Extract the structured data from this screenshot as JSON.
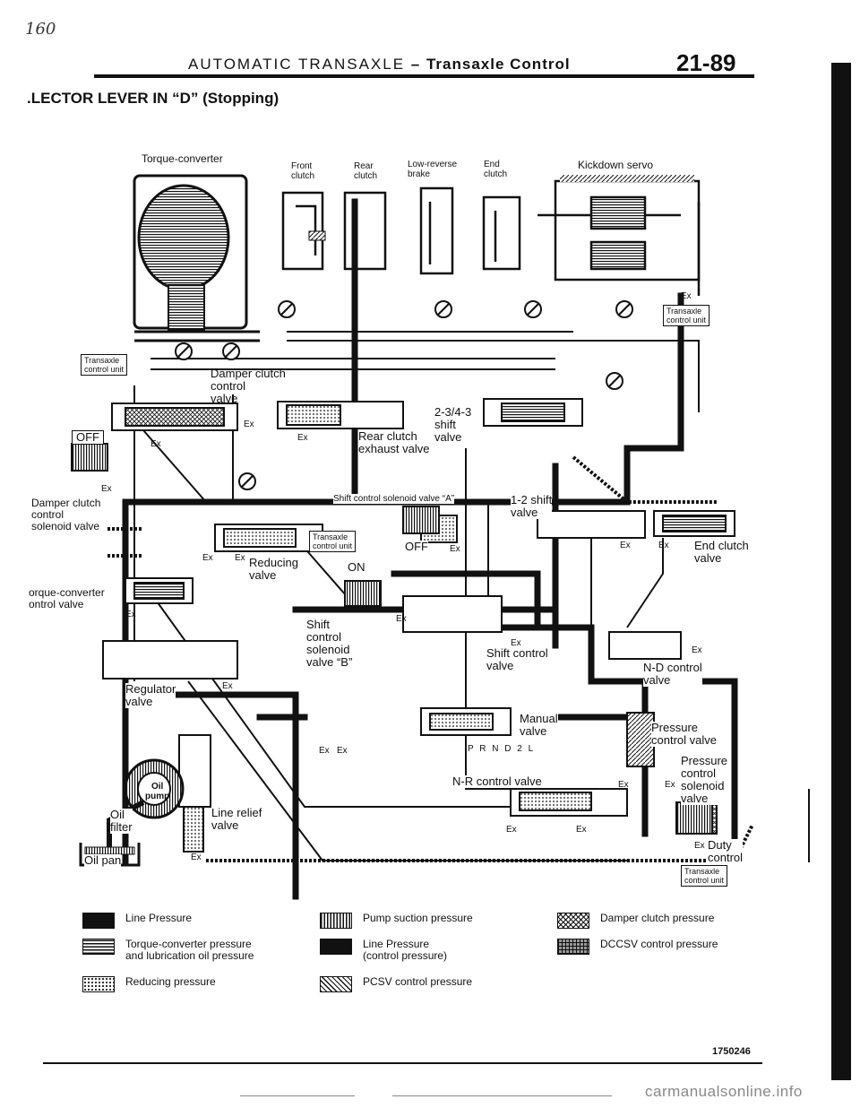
{
  "page": {
    "handwritten_note": "160",
    "header_title": "AUTOMATIC TRANSAXLE",
    "header_separator": "–",
    "header_subtitle": "Transaxle Control",
    "page_number": "21-89",
    "section_title": ".LECTOR LEVER IN “D” (Stopping)",
    "figure_number": "1750246",
    "watermark": "carmanualsonline.info"
  },
  "labels": {
    "torque_converter": "Torque-converter",
    "front_clutch": "Front\nclutch",
    "rear_clutch": "Rear\nclutch",
    "low_reverse_brake": "Low-reverse\nbrake",
    "end_clutch": "End\nclutch",
    "kickdown_servo": "Kickdown servo",
    "tcu_1": "Transaxle\ncontrol unit",
    "tcu_2": "Transaxle\ncontrol unit",
    "tcu_3": "Transaxle\ncontrol unit",
    "tcu_4": "Transaxle\ncontrol unit",
    "damper_clutch_control_valve": "Damper clutch\ncontrol\nvalve",
    "off_1": "OFF",
    "damper_clutch_solenoid": "Damper clutch\ncontrol\nsolenoid valve",
    "shift_234_valve": "2-3/4-3\nshift\nvalve",
    "rear_clutch_exhaust": "Rear clutch\nexhaust valve",
    "shift_solenoid_a": "Shift control solenoid valve “A”",
    "shift_12_valve": "1-2 shift\nvalve",
    "end_clutch_valve": "End clutch\nvalve",
    "reducing_valve": "Reducing\nvalve",
    "off_2": "OFF",
    "on": "ON",
    "torque_converter_control_valve": "orque-converter\nontrol valve",
    "shift_solenoid_b": "Shift\ncontrol\nsolenoid\nvalve “B”",
    "shift_control_valve": "Shift control\nvalve",
    "nd_control_valve": "N-D control\nvalve",
    "regulator_valve": "Regulator\nvalve",
    "manual_valve": "Manual\nvalve",
    "prnd": "P R N D 2 L",
    "pressure_control_valve": "Pressure\ncontrol valve",
    "pressure_control_solenoid": "Pressure\ncontrol\nsolenoid\nvalve",
    "nr_control_valve": "N-R control valve",
    "oil_pump": "Oil\npump",
    "oil_filter": "Oil\nfilter",
    "line_relief_valve": "Line relief\nvalve",
    "oil_pan": "Oil pan",
    "duty_control": "Duty\ncontrol",
    "ex": "Ex"
  },
  "legend": [
    {
      "label": "Line Pressure",
      "pattern": "solid"
    },
    {
      "label": "Torque-converter pressure\nand lubrication oil pressure",
      "pattern": "hlines"
    },
    {
      "label": "Reducing pressure",
      "pattern": "dots"
    },
    {
      "label": "Pump suction pressure",
      "pattern": "vlines"
    },
    {
      "label": "Line Pressure\n(control pressure)",
      "pattern": "solid"
    },
    {
      "label": "PCSV control pressure",
      "pattern": "dlines"
    },
    {
      "label": "Damper clutch pressure",
      "pattern": "cross"
    },
    {
      "label": "DCCSV control pressure",
      "pattern": "grid"
    }
  ],
  "colors": {
    "ink": "#111111",
    "paper": "#ffffff"
  }
}
